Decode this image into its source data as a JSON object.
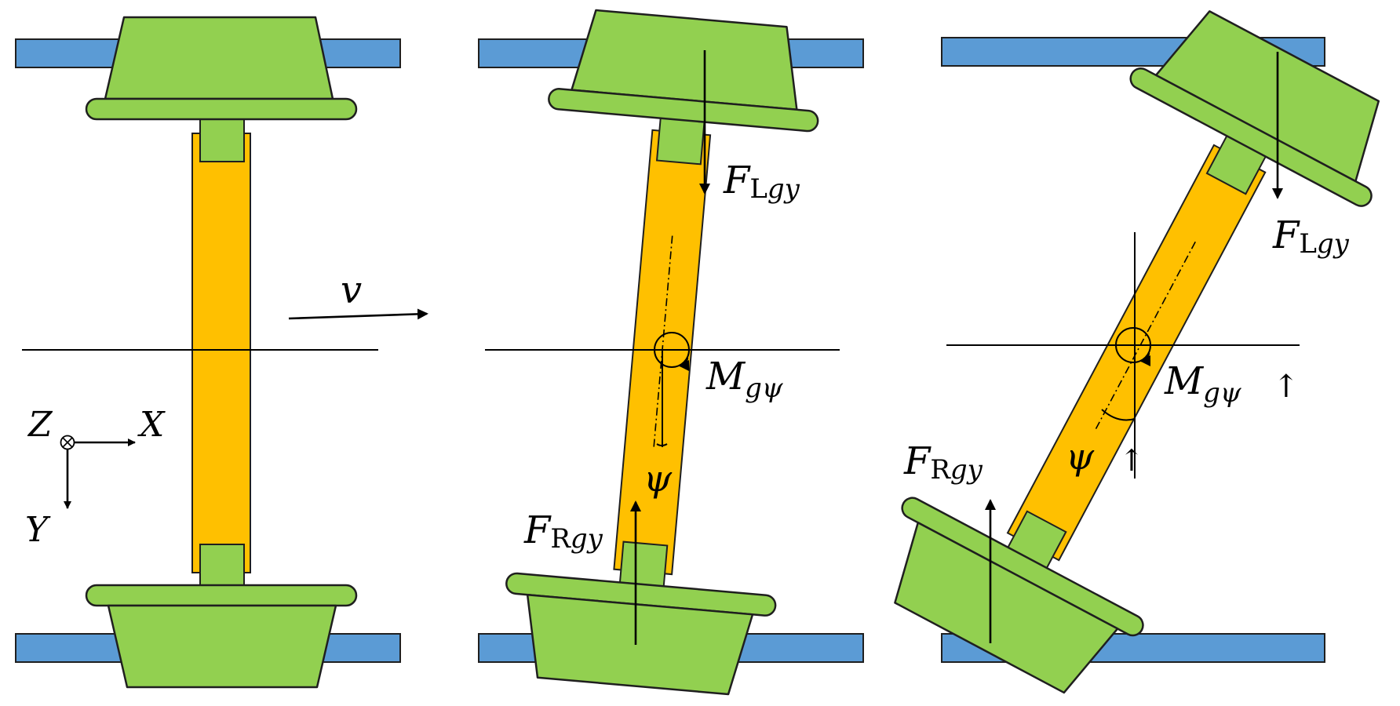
{
  "labels": {
    "velocity": "v",
    "axis_x": "X",
    "axis_y": "Y",
    "axis_z": "Z",
    "force_left": {
      "main": "F",
      "sub_upright": "L",
      "sub_italic": "gy"
    },
    "force_right": {
      "main": "F",
      "sub_upright": "R",
      "sub_italic": "gy"
    },
    "moment": {
      "main": "M",
      "sub_italic": "gψ"
    },
    "yaw_angle": "ψ",
    "small_arrow": "↑"
  },
  "colors": {
    "rail": "#5b9bd5",
    "wheel": "#92d050",
    "axle": "#ffc000",
    "outline": "#1f1f1f"
  },
  "icons": [
    "z-axis-into-page-icon",
    "arrowhead-icon"
  ]
}
